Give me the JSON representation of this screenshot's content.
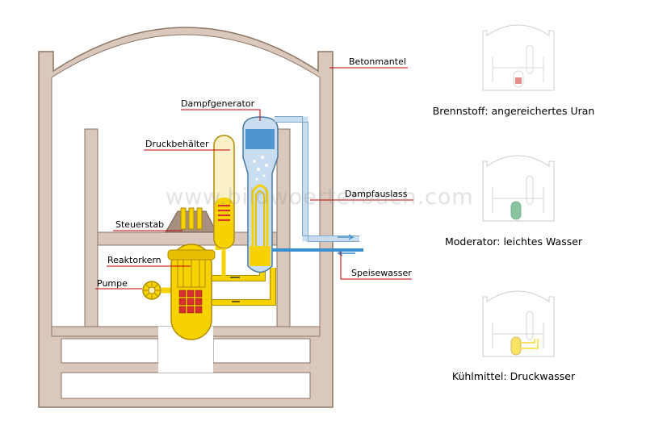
{
  "labels": {
    "betonmantel": "Betonmantel",
    "dampfgenerator": "Dampfgenerator",
    "druckbehaelter": "Druckbehälter",
    "dampfauslass": "Dampfauslass",
    "steuerstab": "Steuerstab",
    "reaktorkern": "Reaktorkern",
    "pumpe": "Pumpe",
    "speisewasser": "Speisewasser"
  },
  "thumbnails": [
    {
      "caption": "Brennstoff: angereichertes Uran"
    },
    {
      "caption": "Moderator: leichtes Wasser"
    },
    {
      "caption": "Kühlmittel: Druckwasser"
    }
  ],
  "watermark": "www.bildwoerterbuch.com",
  "colors": {
    "concrete": "#d9c8bb",
    "concrete_line": "#8a7565",
    "dome": "#ffffff",
    "coolant": "#f6d200",
    "coolant_line": "#b08a00",
    "steam": "#c8ddf0",
    "feedwater": "#3a8fd0",
    "leader": "#c00000",
    "fuel": "#d83030"
  }
}
